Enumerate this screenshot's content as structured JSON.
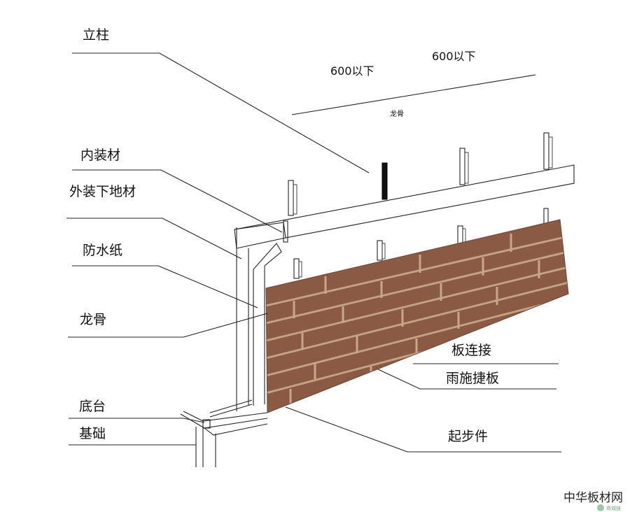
{
  "labels": {
    "stud": "立柱",
    "interior": "内装材",
    "exterior_base": "外装下地材",
    "waterproof_paper": "防水纸",
    "keel_left": "龙骨",
    "keel_top": "龙骨",
    "base_platform": "底台",
    "foundation": "基础",
    "panel_joint": "板连接",
    "rain_flashing": "雨施捷板",
    "starter_piece": "起步件",
    "spacing_1": "600以下",
    "spacing_2": "600以下"
  },
  "watermark": {
    "text": "中华板材网",
    "badge": "商城链"
  },
  "colors": {
    "brick": "#8b5a44",
    "mortar": "#c4a182",
    "line": "#222222"
  }
}
